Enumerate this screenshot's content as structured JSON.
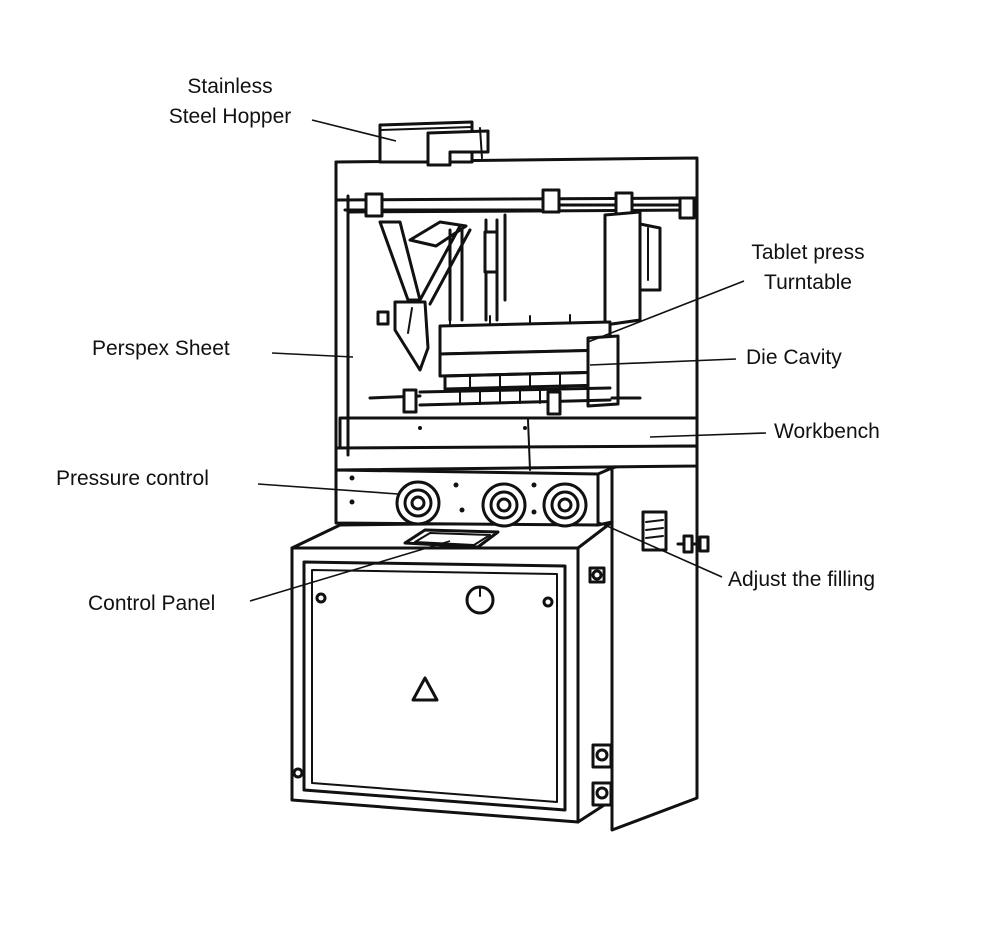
{
  "diagram": {
    "labels": {
      "hopper_line1": "Stainless",
      "hopper_line2": "Steel Hopper",
      "turntable_line1": "Tablet press",
      "turntable_line2": "Turntable",
      "die_cavity": "Die Cavity",
      "perspex": "Perspex Sheet",
      "workbench": "Workbench",
      "pressure": "Pressure control",
      "control_panel": "Control Panel",
      "adjust_filling": "Adjust the filling"
    }
  }
}
